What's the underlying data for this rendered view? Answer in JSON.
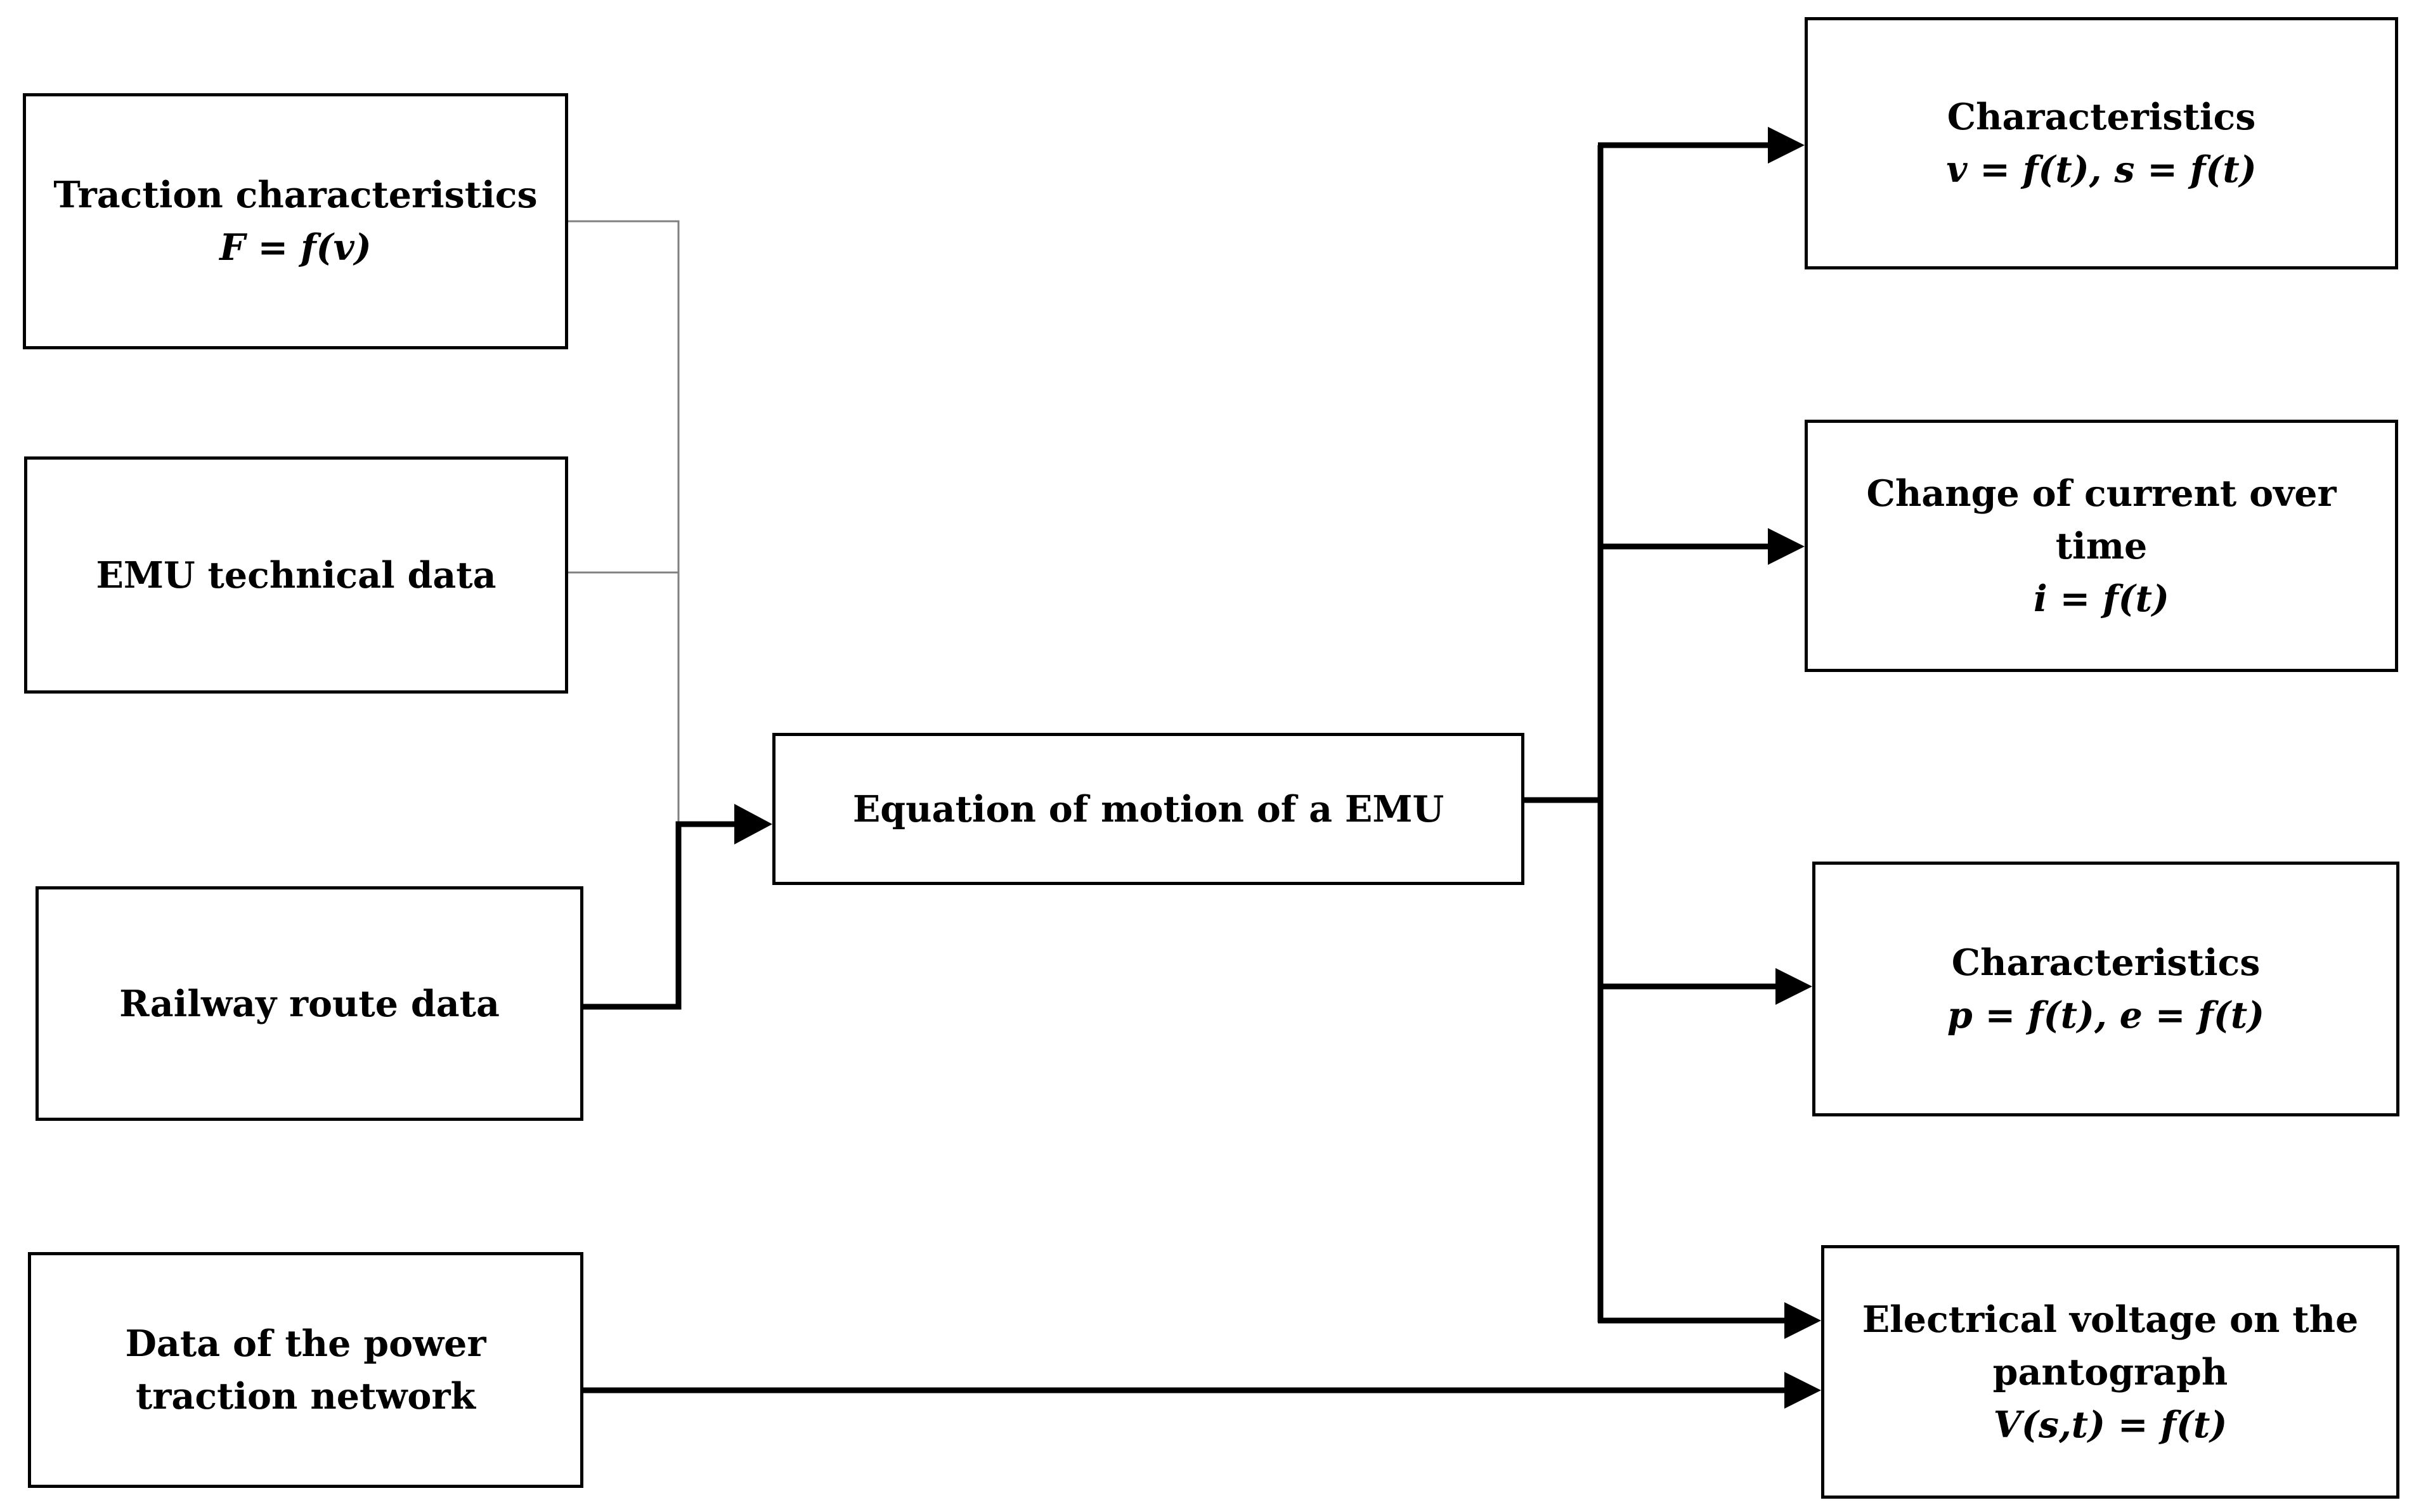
{
  "diagram": {
    "inputs": {
      "traction_characteristics": {
        "title": "Traction characteristics",
        "formula": "F = f(v)"
      },
      "emu_technical_data": {
        "title": "EMU technical data"
      },
      "railway_route_data": {
        "title": "Railway route data"
      },
      "power_traction_network": {
        "title_line1": "Data of the power",
        "title_line2": "traction network"
      }
    },
    "core": {
      "equation_of_motion": {
        "title": "Equation of motion of a EMU"
      }
    },
    "outputs": {
      "speed_distance": {
        "title": "Characteristics",
        "formula": "v = f(t), s = f(t)"
      },
      "current": {
        "title_line1": "Change of current over",
        "title_line2": "time",
        "formula": "i = f(t)"
      },
      "power_energy": {
        "title": "Characteristics",
        "formula": "p = f(t), e = f(t)"
      },
      "pantograph_voltage": {
        "title_line1": "Electrical voltage on the",
        "title_line2": "pantograph",
        "formula": "V(s,t) = f(t)"
      }
    },
    "colors": {
      "stroke": "#000000",
      "thin_connector": "#808080",
      "background": "#ffffff"
    }
  }
}
